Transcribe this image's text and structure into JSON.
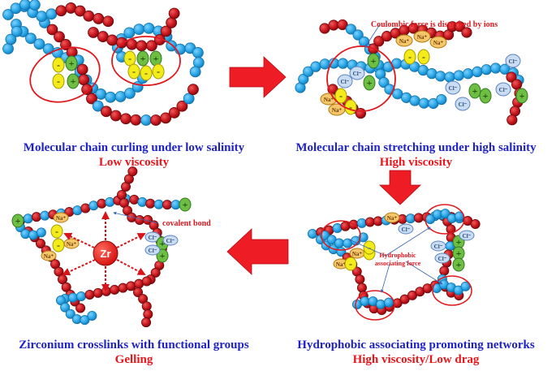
{
  "colors": {
    "cation_bead": "#2aa7e6",
    "anion_bead": "#c8161d",
    "highlight_ring": "#e0181e",
    "plus_ion": "#6fbe44",
    "minus_ion": "#f4ec1a",
    "na_ion": "#f6c76a",
    "cl_ion": "#c9dcf2",
    "arrow": "#ee1c24",
    "caption_blue": "#1f23c6",
    "caption_red": "#e8161b"
  },
  "panels": {
    "low_salinity": {
      "title": "Molecular chain curling under low salinity",
      "state": "Low viscosity"
    },
    "high_salinity": {
      "title": "Molecular chain stretching under high salinity",
      "state": "High viscosity",
      "annotation": "Coulombic force is disturbed by ions"
    },
    "hydrophobic": {
      "title": "Hydrophobic associating promoting networks",
      "state": "High viscosity/Low drag",
      "annotation_line1": "Hydrophobic",
      "annotation_line2": "associating force"
    },
    "zirconium": {
      "title": "Zirconium crosslinks with functional groups",
      "state": "Gelling",
      "annotation": "covalent bond",
      "center_label": "Zr"
    }
  },
  "ions": {
    "na": "Na⁺",
    "cl": "Cl⁻",
    "plus": "+",
    "minus": "-"
  },
  "icons": [
    "right-arrow-icon",
    "down-arrow-icon",
    "left-arrow-icon"
  ]
}
